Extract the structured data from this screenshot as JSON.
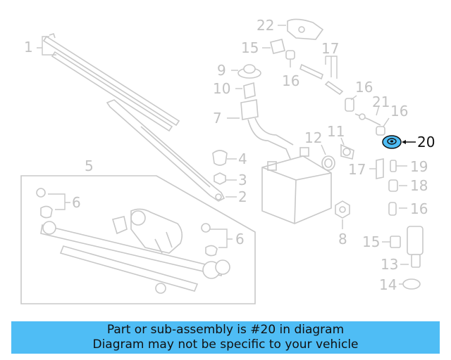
{
  "callouts": {
    "c1": "1",
    "c2": "2",
    "c3": "3",
    "c4": "4",
    "c5": "5",
    "c6a": "6",
    "c6b": "6",
    "c7": "7",
    "c8": "8",
    "c9": "9",
    "c10": "10",
    "c11": "11",
    "c12": "12",
    "c13": "13",
    "c14": "14",
    "c15a": "15",
    "c15b": "15",
    "c16a": "16",
    "c16b": "16",
    "c16c": "16",
    "c16d": "16",
    "c17a": "17",
    "c17b": "17",
    "c18": "18",
    "c19": "19",
    "c20": "20",
    "c21": "21",
    "c22": "22"
  },
  "highlight": {
    "part": "20",
    "color": "#4fbdf5"
  },
  "colors": {
    "caption_bg": "#4fbdf5",
    "line": "#c8c8c8",
    "label": "#c2c2c2"
  },
  "caption": {
    "line1": "Part or sub-assembly is #20 in diagram",
    "line2": "Diagram may not be specific to your vehicle"
  }
}
